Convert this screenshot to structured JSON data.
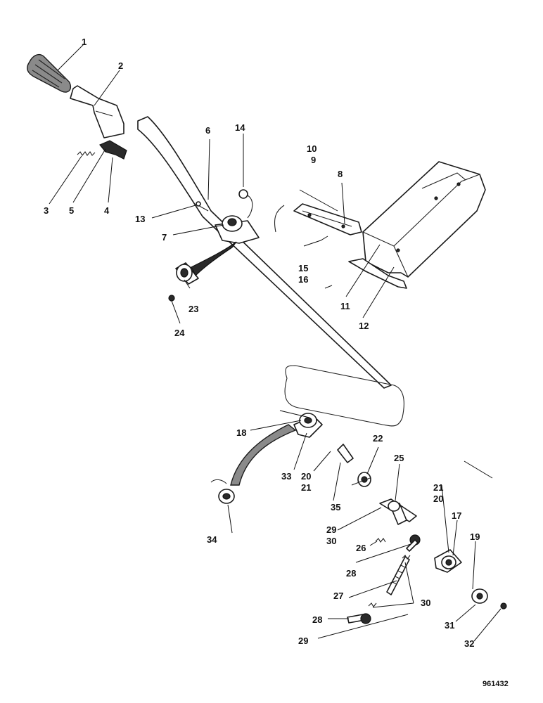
{
  "labels": {
    "l1": "1",
    "l2": "2",
    "l3": "3",
    "l4": "4",
    "l5": "5",
    "l6": "6",
    "l7": "7",
    "l8": "8",
    "l9": "9",
    "l10": "10",
    "l11": "11",
    "l12": "12",
    "l13": "13",
    "l14": "14",
    "l15": "15",
    "l16": "16",
    "l17": "17",
    "l18": "18",
    "l19": "19",
    "l20a": "20",
    "l21a": "21",
    "l20b": "20",
    "l21b": "21",
    "l22": "22",
    "l23": "23",
    "l24": "24",
    "l25": "25",
    "l26": "26",
    "l27": "27",
    "l28a": "28",
    "l28b": "28",
    "l29a": "29",
    "l30a": "30",
    "l29b": "29",
    "l30b": "30",
    "l31": "31",
    "l32": "32",
    "l33": "33",
    "l34": "34",
    "l35": "35"
  },
  "figure_code": "961432"
}
